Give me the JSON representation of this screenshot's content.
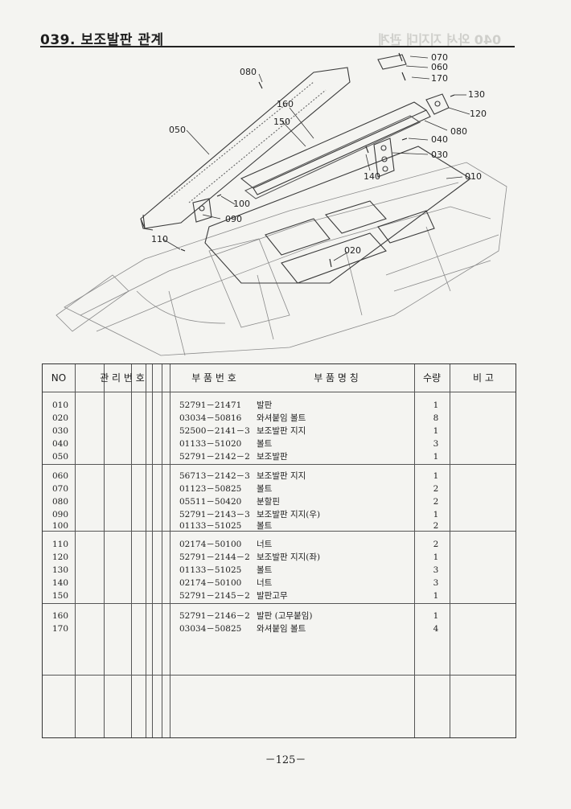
{
  "header": {
    "title": "039. 보조발판 관계"
  },
  "diagram": {
    "callouts": [
      "070",
      "060",
      "170",
      "130",
      "120",
      "080",
      "040",
      "030",
      "010",
      "160",
      "150",
      "050",
      "140",
      "100",
      "090",
      "110",
      "020",
      "080"
    ]
  },
  "table": {
    "headers": {
      "no": "NO",
      "mgmt_no": "관 리 번 호",
      "part_no": "부 품 번 호",
      "part_name": "부 품 명 칭",
      "qty": "수량",
      "remarks": "비 고"
    },
    "groups": [
      {
        "rows": [
          {
            "no": "010",
            "part_no": "52791－21471",
            "name": "발판",
            "qty": "1"
          },
          {
            "no": "020",
            "part_no": "03034－50816",
            "name": "와셔붙임 볼트",
            "qty": "8"
          },
          {
            "no": "030",
            "part_no": "52500－2141－3",
            "name": "보조발판 지지",
            "qty": "1"
          },
          {
            "no": "040",
            "part_no": "01133－51020",
            "name": "볼트",
            "qty": "3"
          },
          {
            "no": "050",
            "part_no": "52791－2142－2",
            "name": "보조발판",
            "qty": "1"
          }
        ]
      },
      {
        "rows": [
          {
            "no": "060",
            "part_no": "56713－2142－3",
            "name": "보조발판 지지",
            "qty": "1"
          },
          {
            "no": "070",
            "part_no": "01123－50825",
            "name": "볼트",
            "qty": "2"
          },
          {
            "no": "080",
            "part_no": "05511－50420",
            "name": "분할핀",
            "qty": "2"
          },
          {
            "no": "090",
            "part_no": "52791－2143－3",
            "name": "보조발판 지지(우)",
            "qty": "1"
          },
          {
            "no": "100",
            "part_no": "01133－51025",
            "name": "볼트",
            "qty": "2"
          }
        ]
      },
      {
        "rows": [
          {
            "no": "110",
            "part_no": "02174－50100",
            "name": "너트",
            "qty": "2"
          },
          {
            "no": "120",
            "part_no": "52791－2144－2",
            "name": "보조발판 지지(좌)",
            "qty": "1"
          },
          {
            "no": "130",
            "part_no": "01133－51025",
            "name": "볼트",
            "qty": "3"
          },
          {
            "no": "140",
            "part_no": "02174－50100",
            "name": "너트",
            "qty": "3"
          },
          {
            "no": "150",
            "part_no": "52791－2145－2",
            "name": "발판고무",
            "qty": "1"
          }
        ]
      },
      {
        "rows": [
          {
            "no": "160",
            "part_no": "52791－2146－2",
            "name": "발판 (고무붙임)",
            "qty": "1"
          },
          {
            "no": "170",
            "part_no": "03034－50825",
            "name": "와셔붙임 볼트",
            "qty": "4"
          }
        ]
      },
      {
        "rows": []
      }
    ]
  },
  "footer": {
    "page_number": "－125－"
  }
}
